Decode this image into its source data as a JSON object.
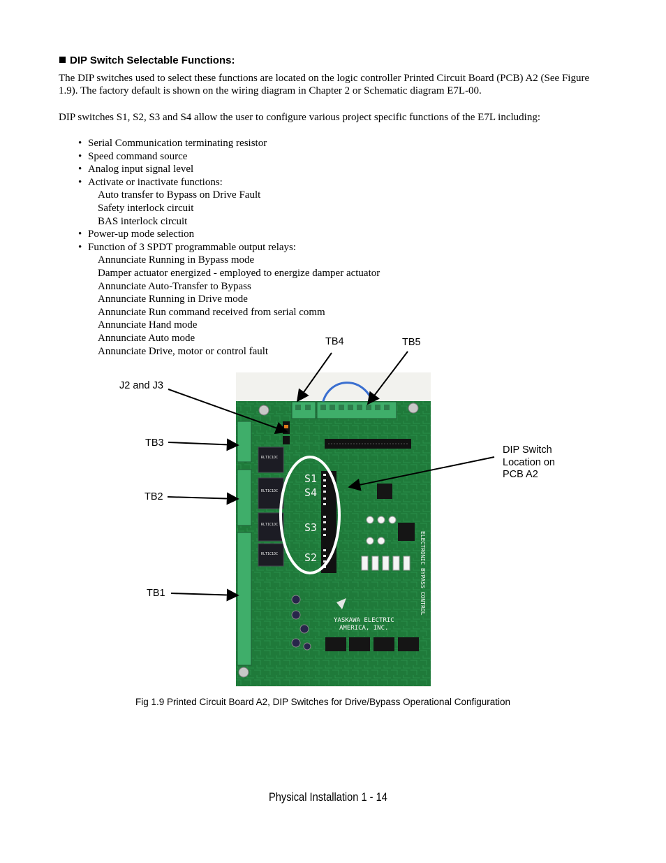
{
  "section": {
    "heading": "DIP Switch Selectable Functions:",
    "para1": "The DIP switches used to select these functions are located on the logic controller Printed Circuit Board (PCB) A2 (See Figure 1.9). The factory default is shown on the wiring diagram in Chapter 2 or Schematic diagram E7L-00.",
    "para2": "DIP switches S1, S2, S3 and S4 allow the user to configure various project specific functions of the E7L including:"
  },
  "functions": {
    "serial": "Serial Communication terminating resistor",
    "speed": "Speed command source",
    "analog": "Analog input signal level",
    "activate": "Activate or inactivate functions:",
    "activate_sub": [
      "Auto transfer to Bypass on Drive Fault",
      "Safety interlock circuit",
      "BAS interlock circuit"
    ],
    "powerup": "Power-up mode selection",
    "relays": "Function of 3 SPDT programmable output relays:",
    "relays_sub": [
      "Annunciate Running in Bypass mode",
      "Damper actuator energized - employed to energize damper actuator",
      "Annunciate Auto-Transfer to Bypass",
      "Annunciate Running in Drive mode",
      "Annunciate Run command received from serial comm",
      "Annunciate Hand mode",
      "Annunciate Auto mode",
      "Annunciate Drive, motor or control fault"
    ]
  },
  "figure": {
    "labels": {
      "tb4": "TB4",
      "tb5": "TB5",
      "j2j3": "J2 and J3",
      "tb3": "TB3",
      "tb2": "TB2",
      "tb1": "TB1",
      "dip_line1": "DIP Switch",
      "dip_line2": "Location on",
      "dip_line3": "PCB A2"
    },
    "board_text": {
      "s1": "S1",
      "s4": "S4",
      "s3": "S3",
      "s2": "S2",
      "brand1": "YASKAWA ELECTRIC",
      "brand2": "AMERICA, INC.",
      "side": "ELECTRONIC BYPASS CONTROL"
    },
    "caption": "Fig 1.9  Printed Circuit Board  A2, DIP Switches for Drive/Bypass Operational Configuration",
    "colors": {
      "board": "#1f7a3a",
      "terminal": "#3fae6a",
      "relay": "#1c1c24",
      "ellipse": "#ffffff"
    }
  },
  "footer": {
    "text": "Physical Installation  1 - 14"
  }
}
